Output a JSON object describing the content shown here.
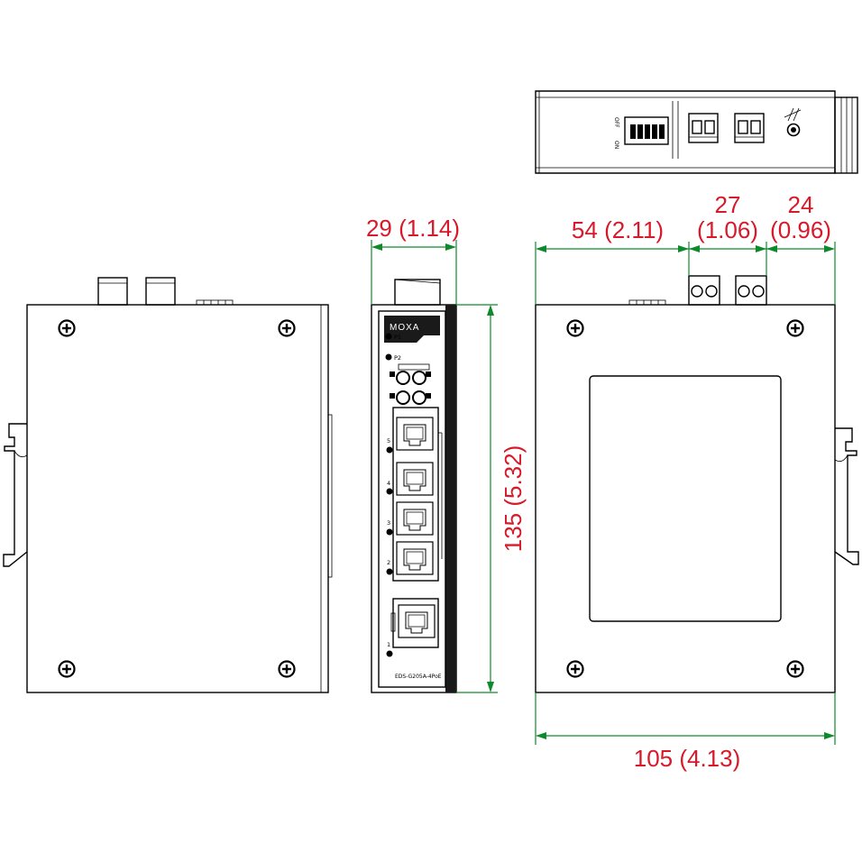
{
  "colors": {
    "dimension_line": "#0e8a2c",
    "dimension_text": "#d7192a",
    "outline": "#000000",
    "panel_fill": "#1a1a1a"
  },
  "dimensions": {
    "front_width": "29 (1.14)",
    "height": "135 (5.32)",
    "rear_to_terminal": "54 (2.11)",
    "terminal_pitch_value": "27",
    "terminal_pitch_inch": "(1.06)",
    "terminal_to_edge_value": "24",
    "terminal_to_edge_inch": "(0.96)",
    "total_depth": "105 (4.13)"
  },
  "front_panel": {
    "brand": "MOXA",
    "led_p1": "P1",
    "led_p2": "P2",
    "port_labels": [
      "5",
      "4",
      "3",
      "2",
      "1"
    ],
    "model": "EDS-G205A-4PoE"
  },
  "top_view": {
    "dip_label_on": "ON",
    "dip_label_off": "OFF"
  }
}
